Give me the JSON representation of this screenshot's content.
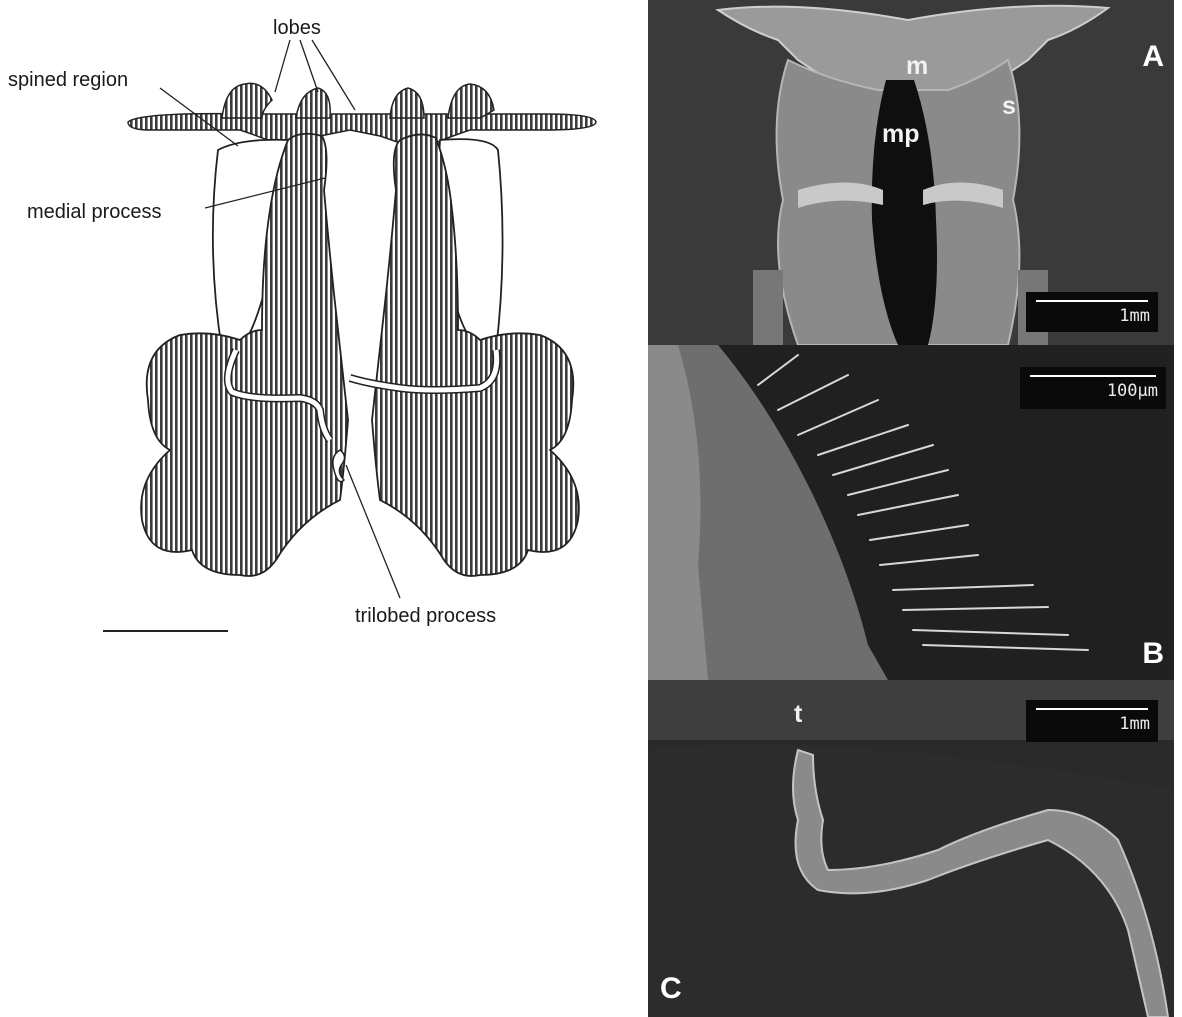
{
  "drawing": {
    "labels": {
      "lobes": "lobes",
      "spined_region": "spined region",
      "medial_process": "medial process",
      "trilobed_process": "trilobed process"
    }
  },
  "panels": {
    "a": {
      "letter": "A",
      "scale": "1mm",
      "labels": {
        "m": "m",
        "mp": "mp",
        "s": "s"
      }
    },
    "b": {
      "letter": "B",
      "scale": "100µm"
    },
    "c": {
      "letter": "C",
      "scale": "1mm",
      "labels": {
        "t": "t"
      }
    }
  },
  "colors": {
    "hatch": "#3c3c3c",
    "micrograph_bg": "#2a2a2a"
  }
}
